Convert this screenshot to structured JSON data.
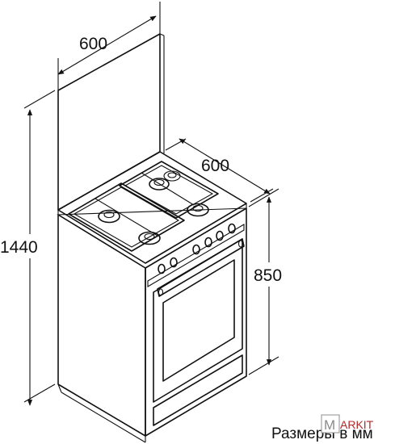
{
  "drawing": {
    "dimensions": {
      "top_width": "600",
      "side_depth": "600",
      "total_height": "1440",
      "body_height": "850"
    },
    "caption": "Размеры в мм",
    "watermark": {
      "letter": "M",
      "text": "ARKIT"
    }
  }
}
